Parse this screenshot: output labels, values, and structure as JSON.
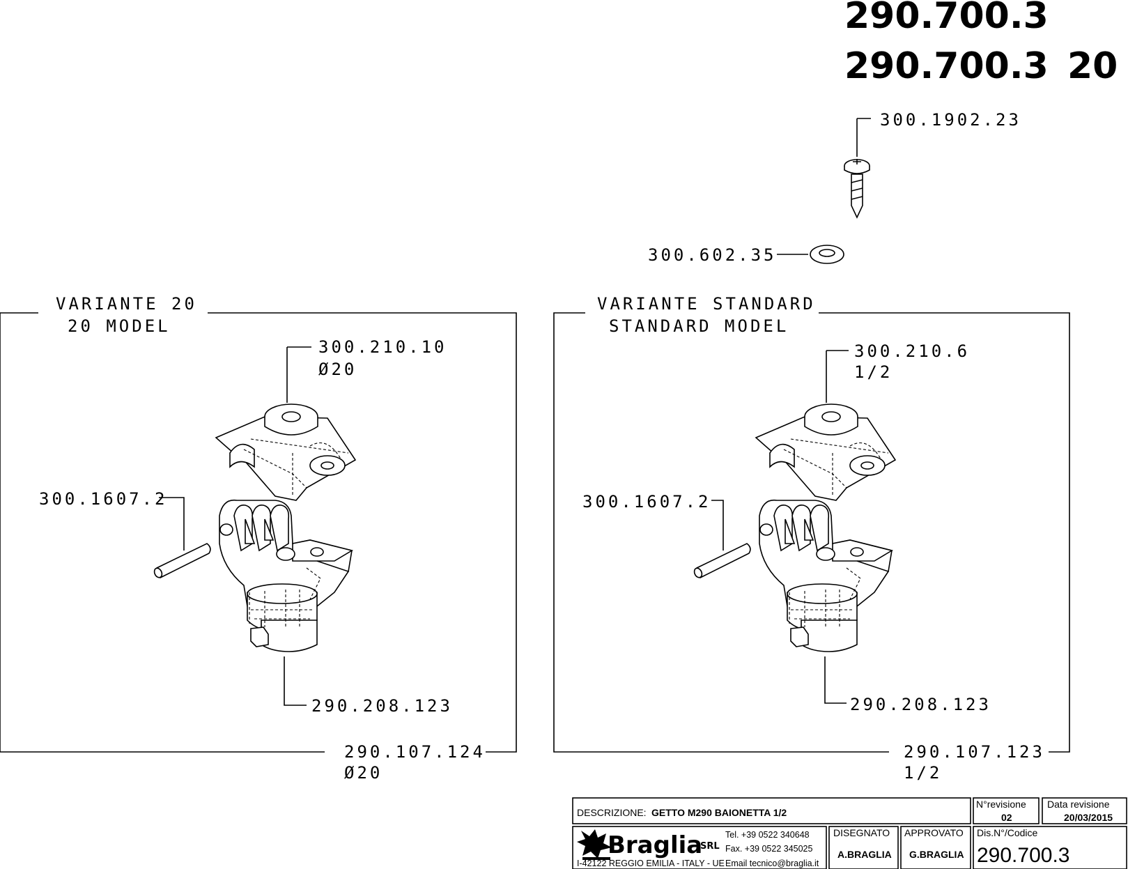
{
  "header": {
    "code_line_1": "290.700.3",
    "code_line_2_code": "290.700.3",
    "code_line_2_variant": "20"
  },
  "loose_parts": {
    "screw": "300.1902.23",
    "washer": "300.602.35"
  },
  "variant_20": {
    "title_it": "VARIANTE 20",
    "title_en": "20 MODEL",
    "clamp_code": "300.210.10",
    "clamp_size": "Ø20",
    "pin_code": "300.1607.2",
    "body_code": "290.208.123",
    "assembly_code": "290.107.124",
    "assembly_size": "Ø20"
  },
  "variant_standard": {
    "title_it": "VARIANTE STANDARD",
    "title_en": "STANDARD MODEL",
    "clamp_code": "300.210.6",
    "clamp_size": "1/2",
    "pin_code": "300.1607.2",
    "body_code": "290.208.123",
    "assembly_code": "290.107.123",
    "assembly_size": "1/2"
  },
  "title_block": {
    "description_label": "DESCRIZIONE:",
    "description_value": "GETTO M290 BAIONETTA 1/2",
    "revision_label": "N°revisione",
    "revision_value": "02",
    "revision_date_label": "Data revisione",
    "revision_date_value": "20/03/2015",
    "company_name": "Braglia",
    "company_suffix": "SRL",
    "company_address": "I-42122 REGGIO EMILIA - ITALY - UE",
    "phone": "Tel. +39 0522 340648",
    "fax": "Fax. +39 0522 345025",
    "email": "Email tecnico@braglia.it",
    "drawn_label": "DISEGNATO",
    "drawn_value": "A.BRAGLIA",
    "approved_label": "APPROVATO",
    "approved_value": "G.BRAGLIA",
    "drawing_no_label": "Dis.N°/Codice",
    "drawing_no_value": "290.700.3"
  }
}
